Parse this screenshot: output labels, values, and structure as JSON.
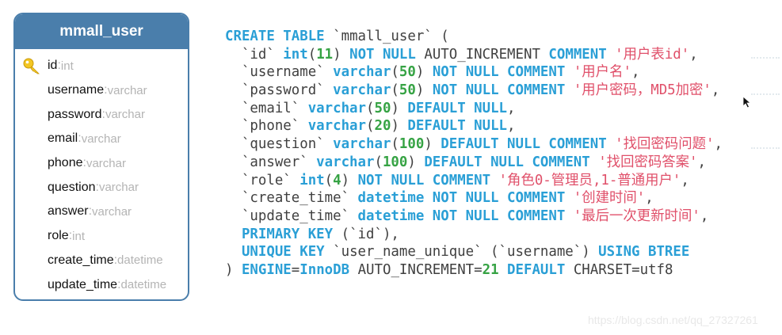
{
  "er_table": {
    "name": "mmall_user",
    "fields": [
      {
        "name": "id",
        "type": "int",
        "primary_key": true
      },
      {
        "name": "username",
        "type": "varchar"
      },
      {
        "name": "password",
        "type": "varchar"
      },
      {
        "name": "email",
        "type": "varchar"
      },
      {
        "name": "phone",
        "type": "varchar"
      },
      {
        "name": "question",
        "type": "varchar"
      },
      {
        "name": "answer",
        "type": "varchar"
      },
      {
        "name": "role",
        "type": "int"
      },
      {
        "name": "create_time",
        "type": "datetime"
      },
      {
        "name": "update_time",
        "type": "datetime"
      }
    ]
  },
  "sql": {
    "lines": [
      [
        [
          "kw",
          "CREATE TABLE "
        ],
        [
          "plain",
          "`mmall_user` ("
        ]
      ],
      [
        [
          "plain",
          "  `id` "
        ],
        [
          "type",
          "int"
        ],
        [
          "plain",
          "("
        ],
        [
          "num",
          "11"
        ],
        [
          "plain",
          ") "
        ],
        [
          "kw",
          "NOT NULL "
        ],
        [
          "plain",
          "AUTO_INCREMENT "
        ],
        [
          "kw",
          "COMMENT "
        ],
        [
          "str",
          "'用户表id'"
        ],
        [
          "plain",
          ","
        ]
      ],
      [
        [
          "plain",
          "  `username` "
        ],
        [
          "type",
          "varchar"
        ],
        [
          "plain",
          "("
        ],
        [
          "num",
          "50"
        ],
        [
          "plain",
          ") "
        ],
        [
          "kw",
          "NOT NULL COMMENT "
        ],
        [
          "str",
          "'用户名'"
        ],
        [
          "plain",
          ","
        ]
      ],
      [
        [
          "plain",
          "  `password` "
        ],
        [
          "type",
          "varchar"
        ],
        [
          "plain",
          "("
        ],
        [
          "num",
          "50"
        ],
        [
          "plain",
          ") "
        ],
        [
          "kw",
          "NOT NULL COMMENT "
        ],
        [
          "str",
          "'用户密码，MD5加密'"
        ],
        [
          "plain",
          ","
        ]
      ],
      [
        [
          "plain",
          "  `email` "
        ],
        [
          "type",
          "varchar"
        ],
        [
          "plain",
          "("
        ],
        [
          "num",
          "50"
        ],
        [
          "plain",
          ") "
        ],
        [
          "kw",
          "DEFAULT NULL"
        ],
        [
          "plain",
          ","
        ]
      ],
      [
        [
          "plain",
          "  `phone` "
        ],
        [
          "type",
          "varchar"
        ],
        [
          "plain",
          "("
        ],
        [
          "num",
          "20"
        ],
        [
          "plain",
          ") "
        ],
        [
          "kw",
          "DEFAULT NULL"
        ],
        [
          "plain",
          ","
        ]
      ],
      [
        [
          "plain",
          "  `question` "
        ],
        [
          "type",
          "varchar"
        ],
        [
          "plain",
          "("
        ],
        [
          "num",
          "100"
        ],
        [
          "plain",
          ") "
        ],
        [
          "kw",
          "DEFAULT NULL COMMENT "
        ],
        [
          "str",
          "'找回密码问题'"
        ],
        [
          "plain",
          ","
        ]
      ],
      [
        [
          "plain",
          "  `answer` "
        ],
        [
          "type",
          "varchar"
        ],
        [
          "plain",
          "("
        ],
        [
          "num",
          "100"
        ],
        [
          "plain",
          ") "
        ],
        [
          "kw",
          "DEFAULT NULL COMMENT "
        ],
        [
          "str",
          "'找回密码答案'"
        ],
        [
          "plain",
          ","
        ]
      ],
      [
        [
          "plain",
          "  `role` "
        ],
        [
          "type",
          "int"
        ],
        [
          "plain",
          "("
        ],
        [
          "num",
          "4"
        ],
        [
          "plain",
          ") "
        ],
        [
          "kw",
          "NOT NULL COMMENT "
        ],
        [
          "str",
          "'角色0-管理员,1-普通用户'"
        ],
        [
          "plain",
          ","
        ]
      ],
      [
        [
          "plain",
          "  `create_time` "
        ],
        [
          "type",
          "datetime "
        ],
        [
          "kw",
          "NOT NULL COMMENT "
        ],
        [
          "str",
          "'创建时间'"
        ],
        [
          "plain",
          ","
        ]
      ],
      [
        [
          "plain",
          "  `update_time` "
        ],
        [
          "type",
          "datetime "
        ],
        [
          "kw",
          "NOT NULL COMMENT "
        ],
        [
          "str",
          "'最后一次更新时间'"
        ],
        [
          "plain",
          ","
        ]
      ],
      [
        [
          "plain",
          "  "
        ],
        [
          "kw",
          "PRIMARY KEY "
        ],
        [
          "plain",
          "(`id`),"
        ]
      ],
      [
        [
          "plain",
          "  "
        ],
        [
          "kw",
          "UNIQUE KEY "
        ],
        [
          "plain",
          "`user_name_unique` (`username`) "
        ],
        [
          "kw",
          "USING BTREE"
        ]
      ],
      [
        [
          "plain",
          ") "
        ],
        [
          "kw",
          "ENGINE"
        ],
        [
          "plain",
          "="
        ],
        [
          "kw",
          "InnoDB "
        ],
        [
          "plain",
          "AUTO_INCREMENT="
        ],
        [
          "num",
          "21 "
        ],
        [
          "kw",
          "DEFAULT "
        ],
        [
          "plain",
          "CHARSET=utf8"
        ]
      ]
    ]
  },
  "watermark": "https://blog.csdn.net/qq_27327261",
  "colors": {
    "er_border": "#4a7eab",
    "keyword": "#2a9fd6",
    "number": "#36a344",
    "string": "#e0506a",
    "key_icon": "#f3c623"
  }
}
